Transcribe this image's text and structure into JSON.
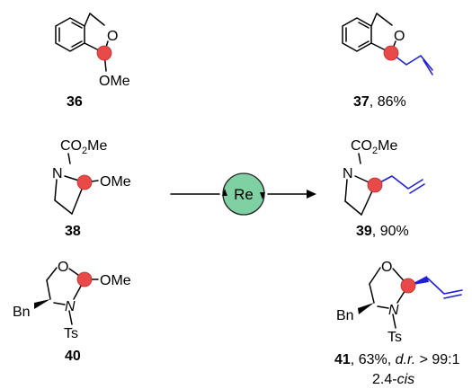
{
  "colors": {
    "red_dot": "#e84a4a",
    "allyl": "#1f1fd6",
    "catalyst_fill": "#7fd0a2"
  },
  "compounds": {
    "c36": {
      "id": "36"
    },
    "c37": {
      "id": "37",
      "yield": ", 86%"
    },
    "c38": {
      "id": "38"
    },
    "c39": {
      "id": "39",
      "yield": ", 90%"
    },
    "c40": {
      "id": "40"
    },
    "c41": {
      "id": "41",
      "yield": ", 63%, ",
      "dr_label": "d.r.",
      "dr_value": " > 99:1",
      "stereo_prefix": "2.4-",
      "stereo": "cis"
    }
  },
  "atoms": {
    "O": "O",
    "N": "N",
    "OMe": "OMe",
    "CO2Me_a": "CO",
    "CO2Me_sub": "2",
    "CO2Me_b": "Me",
    "Bn": "Bn",
    "Ts": "Ts"
  },
  "catalyst": {
    "label": "Re"
  }
}
